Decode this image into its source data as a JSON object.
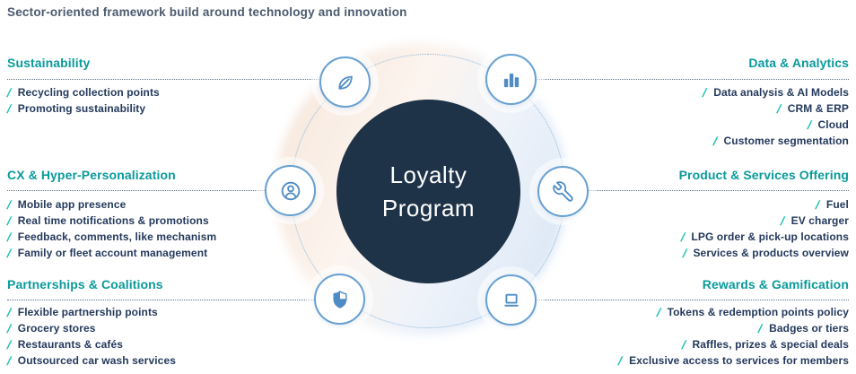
{
  "title": "Sector-oriented framework build around technology and innovation",
  "center": {
    "line1": "Loyalty",
    "line2": "Program"
  },
  "colors": {
    "accent_teal": "#0a9a9b",
    "bullet_teal": "#1ec3b4",
    "navy": "#1e3348",
    "item_text": "#24395c",
    "icon_blue": "#4f8cc5",
    "title_text": "#4b5a6e",
    "rule_gray": "#5a6e84",
    "ring_blue": "#8ab2dd"
  },
  "sections": [
    {
      "id": "sustainability",
      "side": "left",
      "icon": "leaf-icon",
      "title": "Sustainability",
      "items": [
        "Recycling collection points",
        "Promoting sustainability"
      ]
    },
    {
      "id": "data-analytics",
      "side": "right",
      "icon": "bar-chart-icon",
      "title": "Data & Analytics",
      "items": [
        "Data analysis & AI Models",
        "CRM & ERP",
        "Cloud",
        "Customer segmentation"
      ]
    },
    {
      "id": "cx-hyper-personalization",
      "side": "left",
      "icon": "user-icon",
      "title": "CX & Hyper-Personalization",
      "items": [
        "Mobile app presence",
        "Real time notifications & promotions",
        "Feedback, comments, like mechanism",
        "Family or fleet account management"
      ]
    },
    {
      "id": "product-services-offering",
      "side": "right",
      "icon": "wrench-icon",
      "title": "Product & Services Offering",
      "items": [
        "Fuel",
        "EV charger",
        "LPG order & pick-up locations",
        "Services & products overview"
      ]
    },
    {
      "id": "partnerships-coalitions",
      "side": "left",
      "icon": "shield-icon",
      "title": "Partnerships & Coalitions",
      "items": [
        "Flexible partnership points",
        "Grocery stores",
        "Restaurants & cafés",
        "Outsourced car wash services"
      ]
    },
    {
      "id": "rewards-gamification",
      "side": "right",
      "icon": "laptop-icon",
      "title": "Rewards & Gamification",
      "items": [
        "Tokens & redemption points policy",
        "Badges or tiers",
        "Raffles, prizes & special deals",
        "Exclusive access to services for members"
      ]
    }
  ]
}
